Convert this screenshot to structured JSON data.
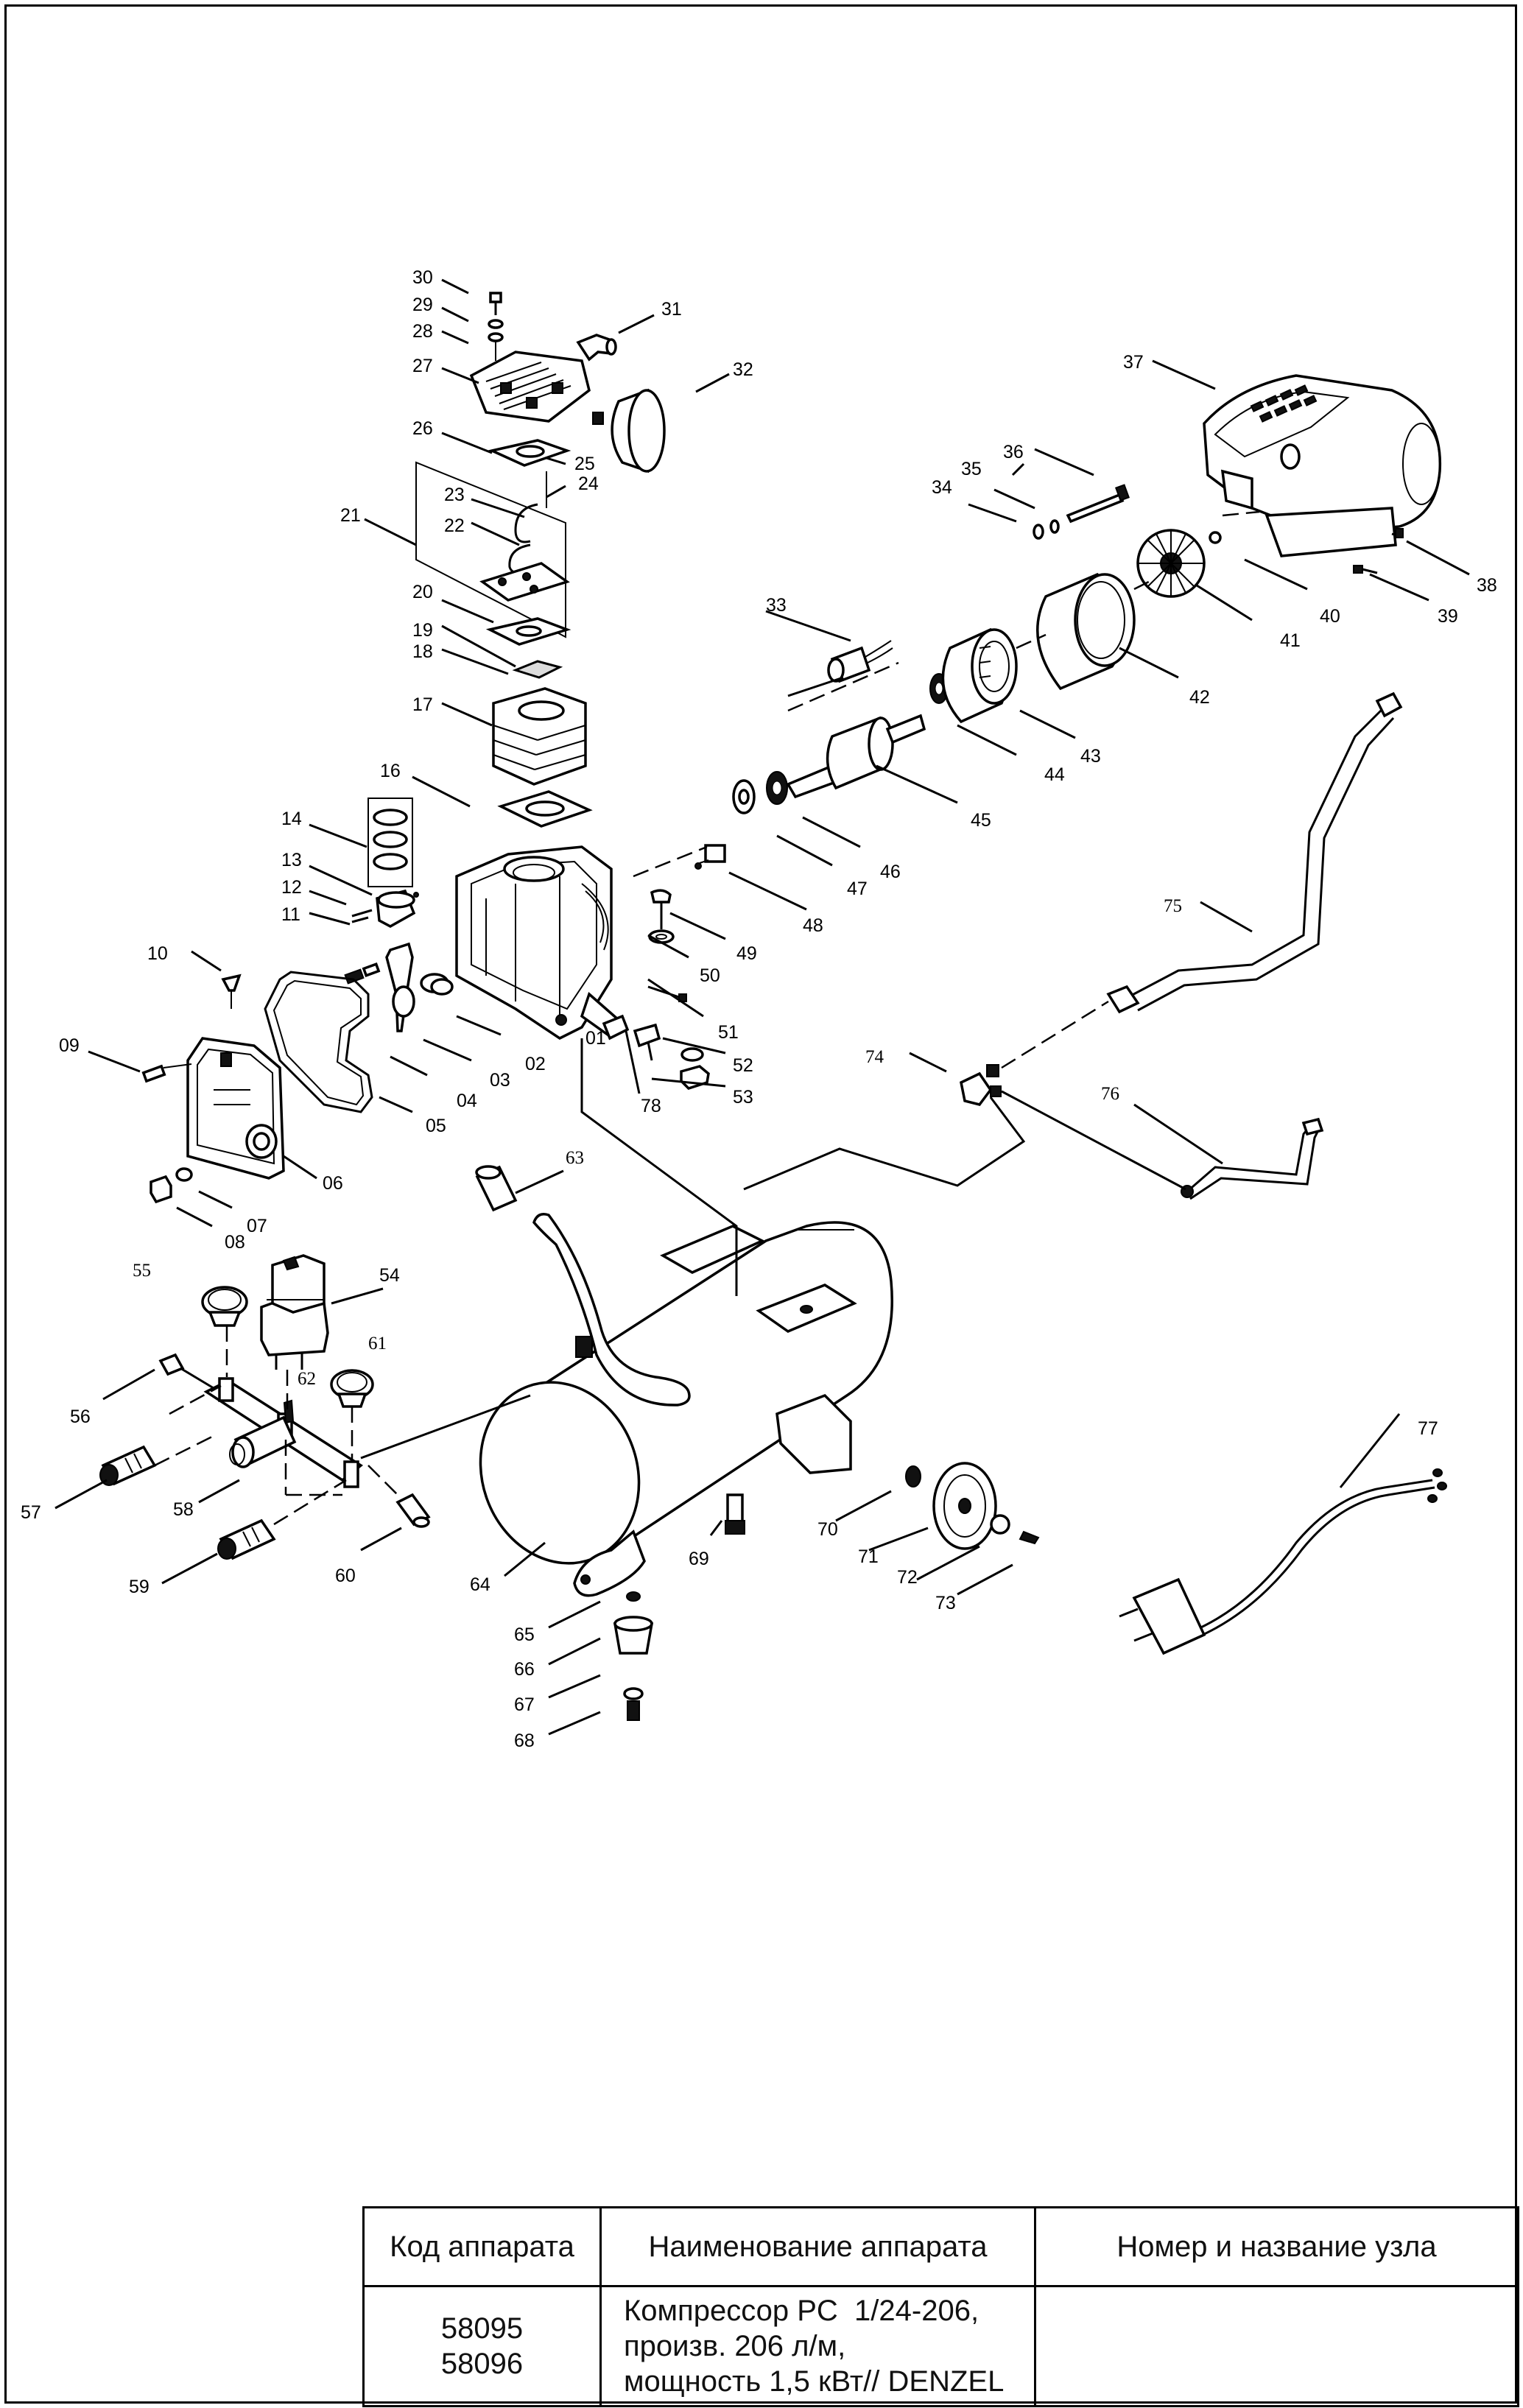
{
  "diagram": {
    "part_numbers": {
      "p01": "01",
      "p02": "02",
      "p03": "03",
      "p04": "04",
      "p05": "05",
      "p06": "06",
      "p07": "07",
      "p08": "08",
      "p09": "09",
      "p10": "10",
      "p11": "11",
      "p12": "12",
      "p13": "13",
      "p14": "14",
      "p16": "16",
      "p17": "17",
      "p18": "18",
      "p19": "19",
      "p20": "20",
      "p21": "21",
      "p22": "22",
      "p23": "23",
      "p24": "24",
      "p25": "25",
      "p26": "26",
      "p27": "27",
      "p28": "28",
      "p29": "29",
      "p30": "30",
      "p31": "31",
      "p32": "32",
      "p33": "33",
      "p34": "34",
      "p35": "35",
      "p36": "36",
      "p37": "37",
      "p38": "38",
      "p39": "39",
      "p40": "40",
      "p41": "41",
      "p42": "42",
      "p43": "43",
      "p44": "44",
      "p45": "45",
      "p46": "46",
      "p47": "47",
      "p48": "48",
      "p49": "49",
      "p50": "50",
      "p51": "51",
      "p52": "52",
      "p53": "53",
      "p54": "54",
      "p55": "55",
      "p56": "56",
      "p57": "57",
      "p58": "58",
      "p59": "59",
      "p60": "60",
      "p61": "61",
      "p62": "62",
      "p63": "63",
      "p64": "64",
      "p65": "65",
      "p66": "66",
      "p67": "67",
      "p68": "68",
      "p69": "69",
      "p70": "70",
      "p71": "71",
      "p72": "72",
      "p73": "73",
      "p74": "74",
      "p75": "75",
      "p76": "76",
      "p77": "77",
      "p78": "78"
    }
  },
  "info_table": {
    "headers": {
      "code": "Код аппарата",
      "name": "Наименование аппарата",
      "unit": "Номер и название узла"
    },
    "row": {
      "code_1": "58095",
      "code_2": "58096",
      "name_1": "Компрессор PC  1/24-206,",
      "name_2": "произв. 206 л/м,",
      "name_3": "мощность 1,5 кВт// DENZEL",
      "unit": ""
    }
  }
}
